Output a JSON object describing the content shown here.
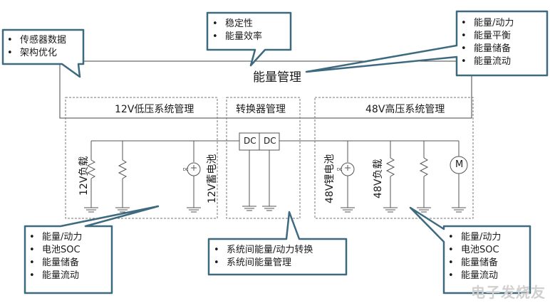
{
  "main": {
    "title": "能量管理"
  },
  "sections": {
    "low": "12V低压系统管理",
    "converter": "转换器管理",
    "high": "48V高压系统管理"
  },
  "components": {
    "load_12v": "12V负载",
    "battery_12v": "12V蓄电池",
    "battery_48v": "48V锂电池",
    "load_48v": "48V负载",
    "dc1": "DC",
    "dc2": "DC",
    "motor": "M",
    "source_tiny": "DC"
  },
  "callouts": {
    "top_left": [
      "传感器数据",
      "架构优化"
    ],
    "top_center": [
      "稳定性",
      "能量效率"
    ],
    "top_right": [
      "能量/动力",
      "能量平衡",
      "能量储备",
      "能量流动"
    ],
    "bottom_left": [
      "能量/动力",
      "电池SOC",
      "能量储备",
      "能量流动"
    ],
    "bottom_center": [
      "系统间能量/动力转换",
      "系统间能量管理"
    ],
    "bottom_right": [
      "能量/动力",
      "电池SOC",
      "能量储备",
      "能量流动"
    ]
  },
  "watermark": "电子发烧友",
  "colors": {
    "callout_border": "#3e6a7f",
    "line": "#555555",
    "dashed": "#777777"
  }
}
